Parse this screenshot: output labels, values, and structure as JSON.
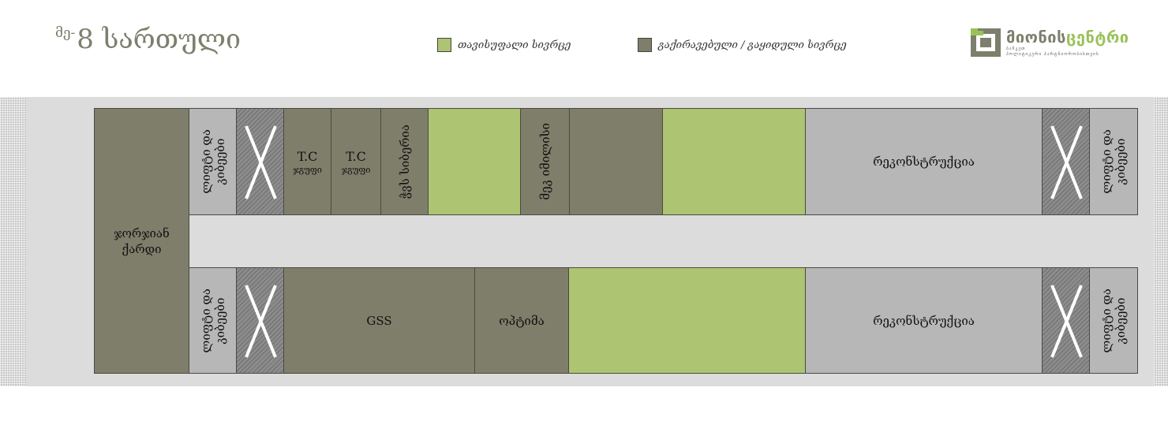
{
  "header": {
    "floor_prefix": "მე-",
    "floor_number": "8",
    "floor_word": "სართული"
  },
  "legend": {
    "free_label": "თავისუფალი სივრცე",
    "occupied_label": "გაქირავებული / გაყიდული სივრცე",
    "colors": {
      "free": "#adc472",
      "occupied": "#7f7e6b",
      "common": "#b7b7b7"
    }
  },
  "logo": {
    "name_part1": "მიონის",
    "name_part2": "ცენტრი",
    "sub_line1": "ბაჩკეთ",
    "sub_line2": "პოლიტიკური პარტნიორობისთვის"
  },
  "plan": {
    "left_wing": {
      "label_line1": "ჯორჯიან",
      "label_line2": "ქარდი"
    },
    "top_row": {
      "elevator_stairs": {
        "line1": "ლიფტი და",
        "line2": "კიბეები"
      },
      "tc1": {
        "line1": "T.C",
        "line2": "ჯგუფი"
      },
      "tc2": {
        "line1": "T.C",
        "line2": "ჯგუფი"
      },
      "gss_vertical": "ჭვს სიბერია",
      "free1": "",
      "meridian": "მეკ იმილისი",
      "occupied_unlabeled": "",
      "free2": "",
      "reconstruction": "რეკონსტრუქცია",
      "elevator_stairs_right": {
        "line1": "ლიფტი და",
        "line2": "კიბეები"
      }
    },
    "bottom_row": {
      "elevator_stairs": {
        "line1": "ლიფტი და",
        "line2": "კიბეები"
      },
      "gss": "GSS",
      "optima": "ოპტიმა",
      "free": "",
      "reconstruction": "რეკონსტრუქცია",
      "elevator_stairs_right": {
        "line1": "ლიფტი და",
        "line2": "კიბეები"
      }
    }
  }
}
